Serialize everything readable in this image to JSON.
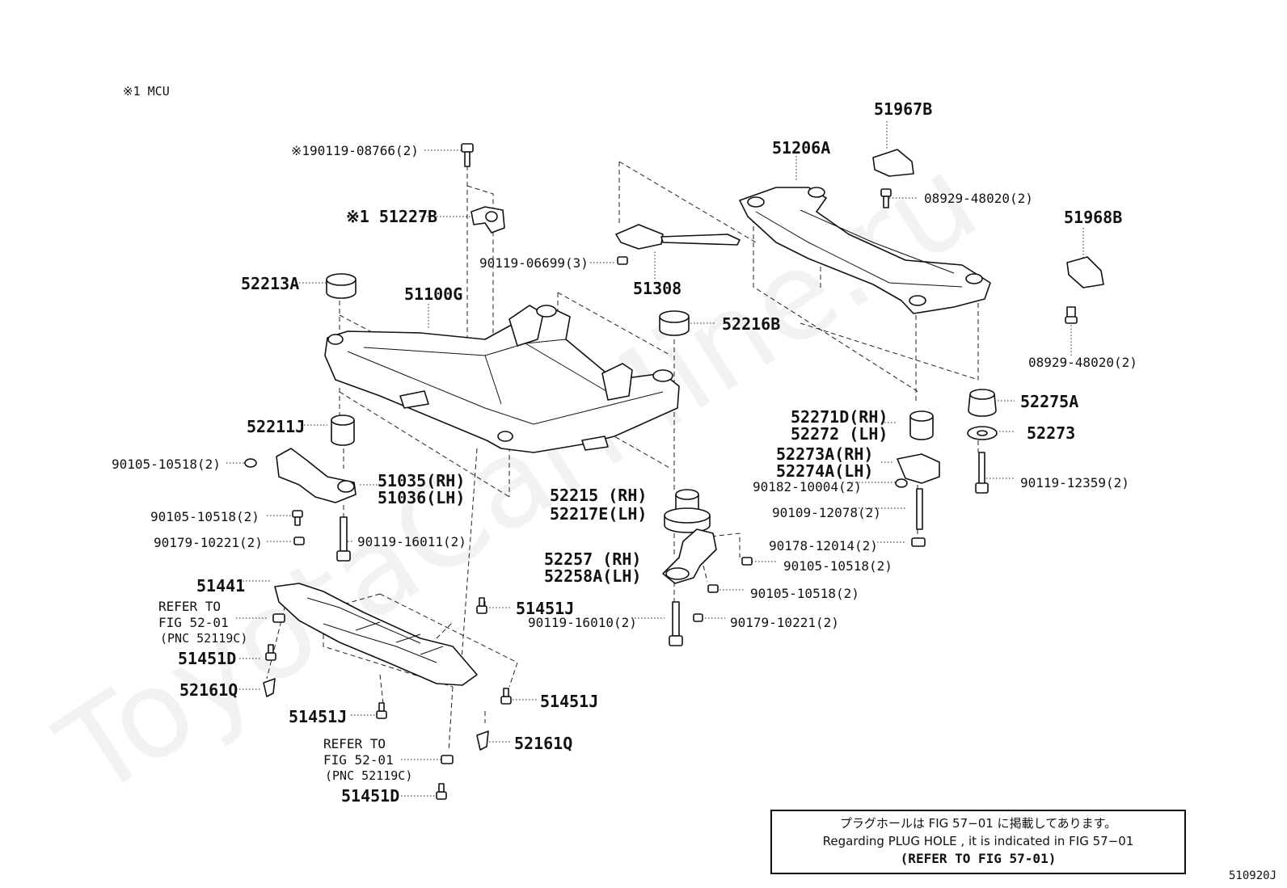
{
  "header": {
    "mcu_note": "※1 MCU"
  },
  "watermark": "ToyotaCarMine.ru",
  "labels": {
    "bolt_top": "※190119-08766(2)",
    "p51227B": "※1 51227B",
    "p51967B": "51967B",
    "p51206A": "51206A",
    "p08929_a": "08929-48020(2)",
    "p51968B": "51968B",
    "p08929_b": "08929-48020(2)",
    "p90119_06699": "90119-06699(3)",
    "p51308": "51308",
    "p52213A": "52213A",
    "p51100G": "51100G",
    "p52216B": "52216B",
    "p52211J": "52211J",
    "p90105_a": "90105-10518(2)",
    "p51035": "51035(RH)",
    "p51036": "51036(LH)",
    "p90105_b": "90105-10518(2)",
    "p90179_a": "90179-10221(2)",
    "p90119_16011": "90119-16011(2)",
    "p52271D": "52271D(RH)",
    "p52272": "52272 (LH)",
    "p52275A": "52275A",
    "p52273": "52273",
    "p52273A": "52273A(RH)",
    "p52274A": "52274A(LH)",
    "p90182": "90182-10004(2)",
    "p90119_12359": "90119-12359(2)",
    "p52215": "52215 (RH)",
    "p52217E": "52217E(LH)",
    "p90109": "90109-12078(2)",
    "p90178": "90178-12014(2)",
    "p52257": "52257 (RH)",
    "p52258A": "52258A(LH)",
    "p90105_c": "90105-10518(2)",
    "p90105_d": "90105-10518(2)",
    "p90119_16010": "90119-16010(2)",
    "p90179_b": "90179-10221(2)",
    "p51441": "51441",
    "refer1_a": "REFER TO",
    "refer1_b": "FIG 52-01",
    "refer1_c": "(PNC 52119C)",
    "p51451D_a": "51451D",
    "p52161Q_a": "52161Q",
    "p51451J_a": "51451J",
    "p51451J_b": "51451J",
    "p51451J_c": "51451J",
    "p52161Q_b": "52161Q",
    "refer2_a": "REFER TO",
    "refer2_b": "FIG 52-01",
    "refer2_c": "(PNC 52119C)",
    "p51451D_b": "51451D"
  },
  "note": {
    "japanese": "プラグホールは FIG 57−01 に掲載してあります。",
    "english": "Regarding  PLUG  HOLE , it is indicated in  FIG  57−01",
    "refer": "(REFER TO FIG 57-01)"
  },
  "figure_code": "510920J"
}
